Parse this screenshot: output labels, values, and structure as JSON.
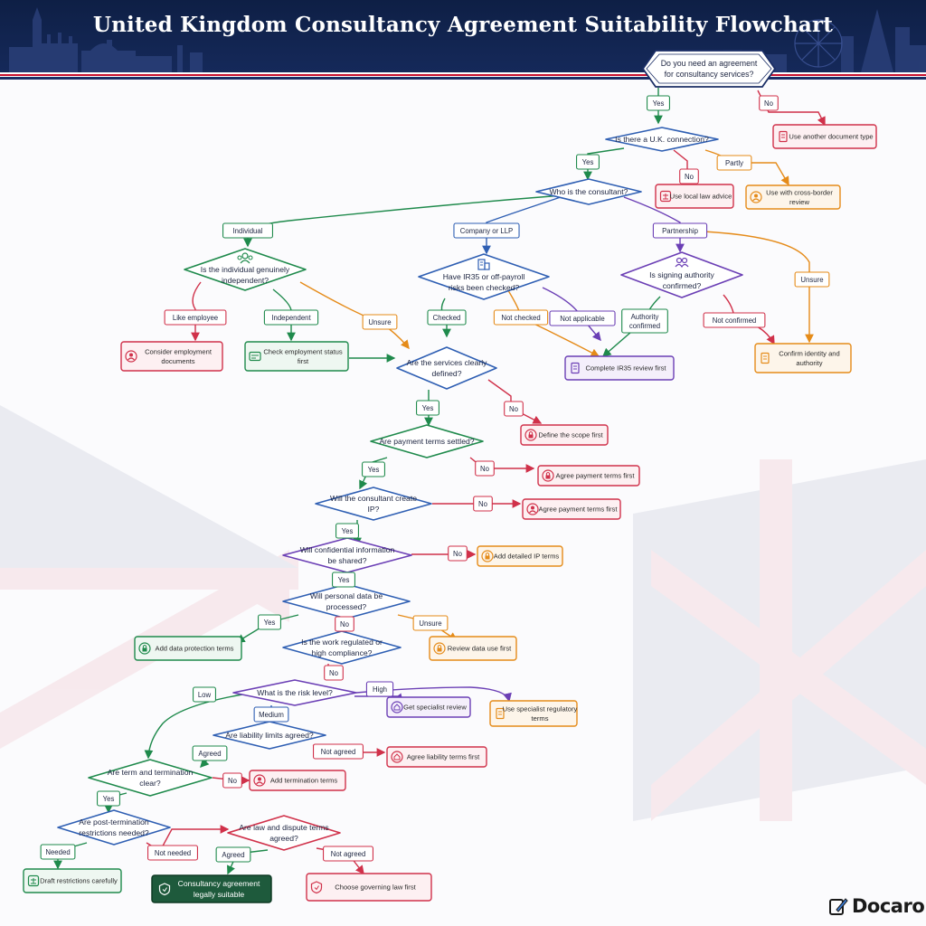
{
  "title": "United Kingdom Consultancy Agreement Suitability Flowchart",
  "brand": "Docaro",
  "colors": {
    "navy": "#1b2e66",
    "green": "#1f8a4c",
    "red": "#d0314a",
    "orange": "#e58b19",
    "purple": "#6b3fb5",
    "blue": "#2f5fb3",
    "darkgreen": "#1e5a3c"
  },
  "chart_data": {
    "type": "flowchart",
    "nodes": [
      {
        "id": "q_need",
        "shape": "hexagon",
        "color": "navy",
        "lines": [
          "Do you need an agreement",
          "for consultancy services?"
        ],
        "icon": null
      },
      {
        "id": "q_uk",
        "shape": "diamond",
        "color": "blue",
        "lines": [
          "Is there a U.K. connection?"
        ],
        "icon": null
      },
      {
        "id": "q_who",
        "shape": "diamond",
        "color": "blue",
        "lines": [
          "Who is the consultant?"
        ],
        "icon": null
      },
      {
        "id": "q_indep",
        "shape": "diamond",
        "color": "green",
        "lines": [
          "Is the individual genuinely",
          "independent?"
        ],
        "icon": "people-icon"
      },
      {
        "id": "q_ir35",
        "shape": "diamond",
        "color": "blue",
        "lines": [
          "Have IR35 or off-payroll",
          "risks been checked?"
        ],
        "icon": "building-icon"
      },
      {
        "id": "q_auth",
        "shape": "diamond",
        "color": "purple",
        "lines": [
          "Is signing authority",
          "confirmed?"
        ],
        "icon": "group-icon"
      },
      {
        "id": "q_serv",
        "shape": "diamond",
        "color": "blue",
        "lines": [
          "Are the services clearly",
          "defined?"
        ],
        "icon": null
      },
      {
        "id": "q_pay",
        "shape": "diamond",
        "color": "green",
        "lines": [
          "Are payment terms settled?"
        ],
        "icon": null
      },
      {
        "id": "q_ip",
        "shape": "diamond",
        "color": "blue",
        "lines": [
          "Will the consultant create",
          "IP?"
        ],
        "icon": null
      },
      {
        "id": "q_conf",
        "shape": "diamond",
        "color": "purple",
        "lines": [
          "Will confidential information",
          "be shared?"
        ],
        "icon": null
      },
      {
        "id": "q_data",
        "shape": "diamond",
        "color": "blue",
        "lines": [
          "Will personal data be",
          "processed?"
        ],
        "icon": null
      },
      {
        "id": "q_reg",
        "shape": "diamond",
        "color": "blue",
        "lines": [
          "Is the work regulated or",
          "high compliance?"
        ],
        "icon": null
      },
      {
        "id": "q_risk",
        "shape": "diamond",
        "color": "purple",
        "lines": [
          "What is the risk level?"
        ],
        "icon": null
      },
      {
        "id": "q_liab",
        "shape": "diamond",
        "color": "blue",
        "lines": [
          "Are liability limits agreed?"
        ],
        "icon": null
      },
      {
        "id": "q_term",
        "shape": "diamond",
        "color": "green",
        "lines": [
          "Are term and termination",
          "clear?"
        ],
        "icon": null
      },
      {
        "id": "q_post",
        "shape": "diamond",
        "color": "blue",
        "lines": [
          "Are post-termination",
          "restrictions needed?"
        ],
        "icon": null
      },
      {
        "id": "q_law",
        "shape": "diamond",
        "color": "red",
        "lines": [
          "Are law and dispute terms",
          "agreed?"
        ],
        "icon": null
      },
      {
        "id": "o_other",
        "shape": "result",
        "color": "red",
        "lines": [
          "Use another document type"
        ],
        "icon": "document-icon"
      },
      {
        "id": "o_local",
        "shape": "result",
        "color": "red",
        "lines": [
          "Use local law advice"
        ],
        "icon": "scales-icon"
      },
      {
        "id": "o_cross",
        "shape": "result",
        "color": "orange",
        "lines": [
          "Use with cross-border",
          "review"
        ],
        "icon": "person-icon"
      },
      {
        "id": "o_employ",
        "shape": "result",
        "color": "red",
        "lines": [
          "Consider employment",
          "documents"
        ],
        "icon": "person-icon"
      },
      {
        "id": "o_status",
        "shape": "result",
        "color": "green",
        "lines": [
          "Check employment status",
          "first"
        ],
        "icon": "card-icon"
      },
      {
        "id": "o_ir35",
        "shape": "result",
        "color": "purple",
        "lines": [
          "Complete IR35 review first"
        ],
        "icon": "document-icon"
      },
      {
        "id": "o_identity",
        "shape": "result",
        "color": "orange",
        "lines": [
          "Confirm identity and",
          "authority"
        ],
        "icon": "document-icon"
      },
      {
        "id": "o_scope",
        "shape": "result",
        "color": "red",
        "lines": [
          "Define the scope first"
        ],
        "icon": "lock-icon"
      },
      {
        "id": "o_pay1",
        "shape": "result",
        "color": "red",
        "lines": [
          "Agree payment terms first"
        ],
        "icon": "lock-icon"
      },
      {
        "id": "o_pay2",
        "shape": "result",
        "color": "red",
        "lines": [
          "Agree payment terms first"
        ],
        "icon": "person-icon"
      },
      {
        "id": "o_ipterms",
        "shape": "result",
        "color": "orange",
        "lines": [
          "Add detailed IP terms"
        ],
        "icon": "lock-icon"
      },
      {
        "id": "o_dataprot",
        "shape": "result",
        "color": "green",
        "lines": [
          "Add data protection terms"
        ],
        "icon": "lock-icon"
      },
      {
        "id": "o_datause",
        "shape": "result",
        "color": "orange",
        "lines": [
          "Review data use first"
        ],
        "icon": "lock-icon"
      },
      {
        "id": "o_specialist",
        "shape": "result",
        "color": "purple",
        "lines": [
          "Get specialist review"
        ],
        "icon": "home-icon"
      },
      {
        "id": "o_regterms",
        "shape": "result",
        "color": "orange",
        "lines": [
          "Use specialist regulatory",
          "terms"
        ],
        "icon": "document-icon"
      },
      {
        "id": "o_liab",
        "shape": "result",
        "color": "red",
        "lines": [
          "Agree liability terms first"
        ],
        "icon": "home-icon"
      },
      {
        "id": "o_termadd",
        "shape": "result",
        "color": "red",
        "lines": [
          "Add termination terms"
        ],
        "icon": "person-icon"
      },
      {
        "id": "o_draft",
        "shape": "result",
        "color": "green",
        "lines": [
          "Draft restrictions carefully"
        ],
        "icon": "scales-icon"
      },
      {
        "id": "o_final",
        "shape": "final",
        "color": "darkgreen",
        "lines": [
          "Consultancy agreement",
          "legally suitable"
        ],
        "icon": "shield-icon"
      },
      {
        "id": "o_govlaw",
        "shape": "result",
        "color": "red",
        "lines": [
          "Choose governing law first"
        ],
        "icon": "shield-icon"
      }
    ],
    "edges": [
      {
        "from": "q_need",
        "to": "q_uk",
        "label": "Yes",
        "color": "green"
      },
      {
        "from": "q_need",
        "to": "o_other",
        "label": "No",
        "color": "red"
      },
      {
        "from": "q_uk",
        "to": "q_who",
        "label": "Yes",
        "color": "green"
      },
      {
        "from": "q_uk",
        "to": "o_local",
        "label": "No",
        "color": "red"
      },
      {
        "from": "q_uk",
        "to": "o_cross",
        "label": "Partly",
        "color": "orange"
      },
      {
        "from": "q_who",
        "to": "q_indep",
        "label": "Individual",
        "color": "green"
      },
      {
        "from": "q_who",
        "to": "q_ir35",
        "label": "Company or LLP",
        "color": "blue"
      },
      {
        "from": "q_who",
        "to": "q_auth",
        "label": "Partnership",
        "color": "purple"
      },
      {
        "from": "q_who",
        "to": "o_identity",
        "label": "Unsure",
        "color": "orange"
      },
      {
        "from": "q_indep",
        "to": "o_employ",
        "label": "Like employee",
        "color": "red"
      },
      {
        "from": "q_indep",
        "to": "o_status",
        "label": "Independent",
        "color": "green"
      },
      {
        "from": "q_indep",
        "to": "q_serv",
        "label": "Unsure",
        "color": "orange"
      },
      {
        "from": "o_status",
        "to": "q_serv",
        "label": "",
        "color": "green"
      },
      {
        "from": "q_ir35",
        "to": "q_serv",
        "label": "Checked",
        "color": "green"
      },
      {
        "from": "q_ir35",
        "to": "o_ir35",
        "label": "Not checked",
        "color": "orange"
      },
      {
        "from": "q_ir35",
        "to": "o_ir35",
        "label": "Not applicable",
        "color": "purple"
      },
      {
        "from": "q_auth",
        "to": "o_ir35",
        "label": "Authority confirmed",
        "color": "green"
      },
      {
        "from": "q_auth",
        "to": "o_identity",
        "label": "Not confirmed",
        "color": "red"
      },
      {
        "from": "q_serv",
        "to": "q_pay",
        "label": "Yes",
        "color": "green"
      },
      {
        "from": "q_serv",
        "to": "o_scope",
        "label": "No",
        "color": "red"
      },
      {
        "from": "q_pay",
        "to": "q_ip",
        "label": "Yes",
        "color": "green"
      },
      {
        "from": "q_pay",
        "to": "o_pay1",
        "label": "No",
        "color": "red"
      },
      {
        "from": "q_ip",
        "to": "q_conf",
        "label": "Yes",
        "color": "green"
      },
      {
        "from": "q_ip",
        "to": "o_pay2",
        "label": "No",
        "color": "red"
      },
      {
        "from": "q_conf",
        "to": "q_data",
        "label": "Yes",
        "color": "green"
      },
      {
        "from": "q_conf",
        "to": "o_ipterms",
        "label": "No",
        "color": "red"
      },
      {
        "from": "q_data",
        "to": "o_dataprot",
        "label": "Yes",
        "color": "green"
      },
      {
        "from": "q_data",
        "to": "q_reg",
        "label": "No",
        "color": "red"
      },
      {
        "from": "q_data",
        "to": "o_datause",
        "label": "Unsure",
        "color": "orange"
      },
      {
        "from": "q_reg",
        "to": "q_risk",
        "label": "No",
        "color": "red"
      },
      {
        "from": "q_risk",
        "to": "q_term",
        "label": "Low",
        "color": "green"
      },
      {
        "from": "q_risk",
        "to": "q_liab",
        "label": "Medium",
        "color": "blue"
      },
      {
        "from": "q_risk",
        "to": "o_specialist",
        "label": "High",
        "color": "purple"
      },
      {
        "from": "q_risk",
        "to": "o_regterms",
        "label": "",
        "color": "purple"
      },
      {
        "from": "q_liab",
        "to": "q_term",
        "label": "Agreed",
        "color": "green"
      },
      {
        "from": "q_liab",
        "to": "o_liab",
        "label": "Not agreed",
        "color": "red"
      },
      {
        "from": "q_term",
        "to": "q_post",
        "label": "Yes",
        "color": "green"
      },
      {
        "from": "q_term",
        "to": "o_termadd",
        "label": "No",
        "color": "red"
      },
      {
        "from": "q_post",
        "to": "o_draft",
        "label": "Needed",
        "color": "green"
      },
      {
        "from": "q_post",
        "to": "q_law",
        "label": "Not needed",
        "color": "red"
      },
      {
        "from": "q_law",
        "to": "o_final",
        "label": "Agreed",
        "color": "green"
      },
      {
        "from": "q_law",
        "to": "o_govlaw",
        "label": "Not agreed",
        "color": "red"
      }
    ]
  }
}
